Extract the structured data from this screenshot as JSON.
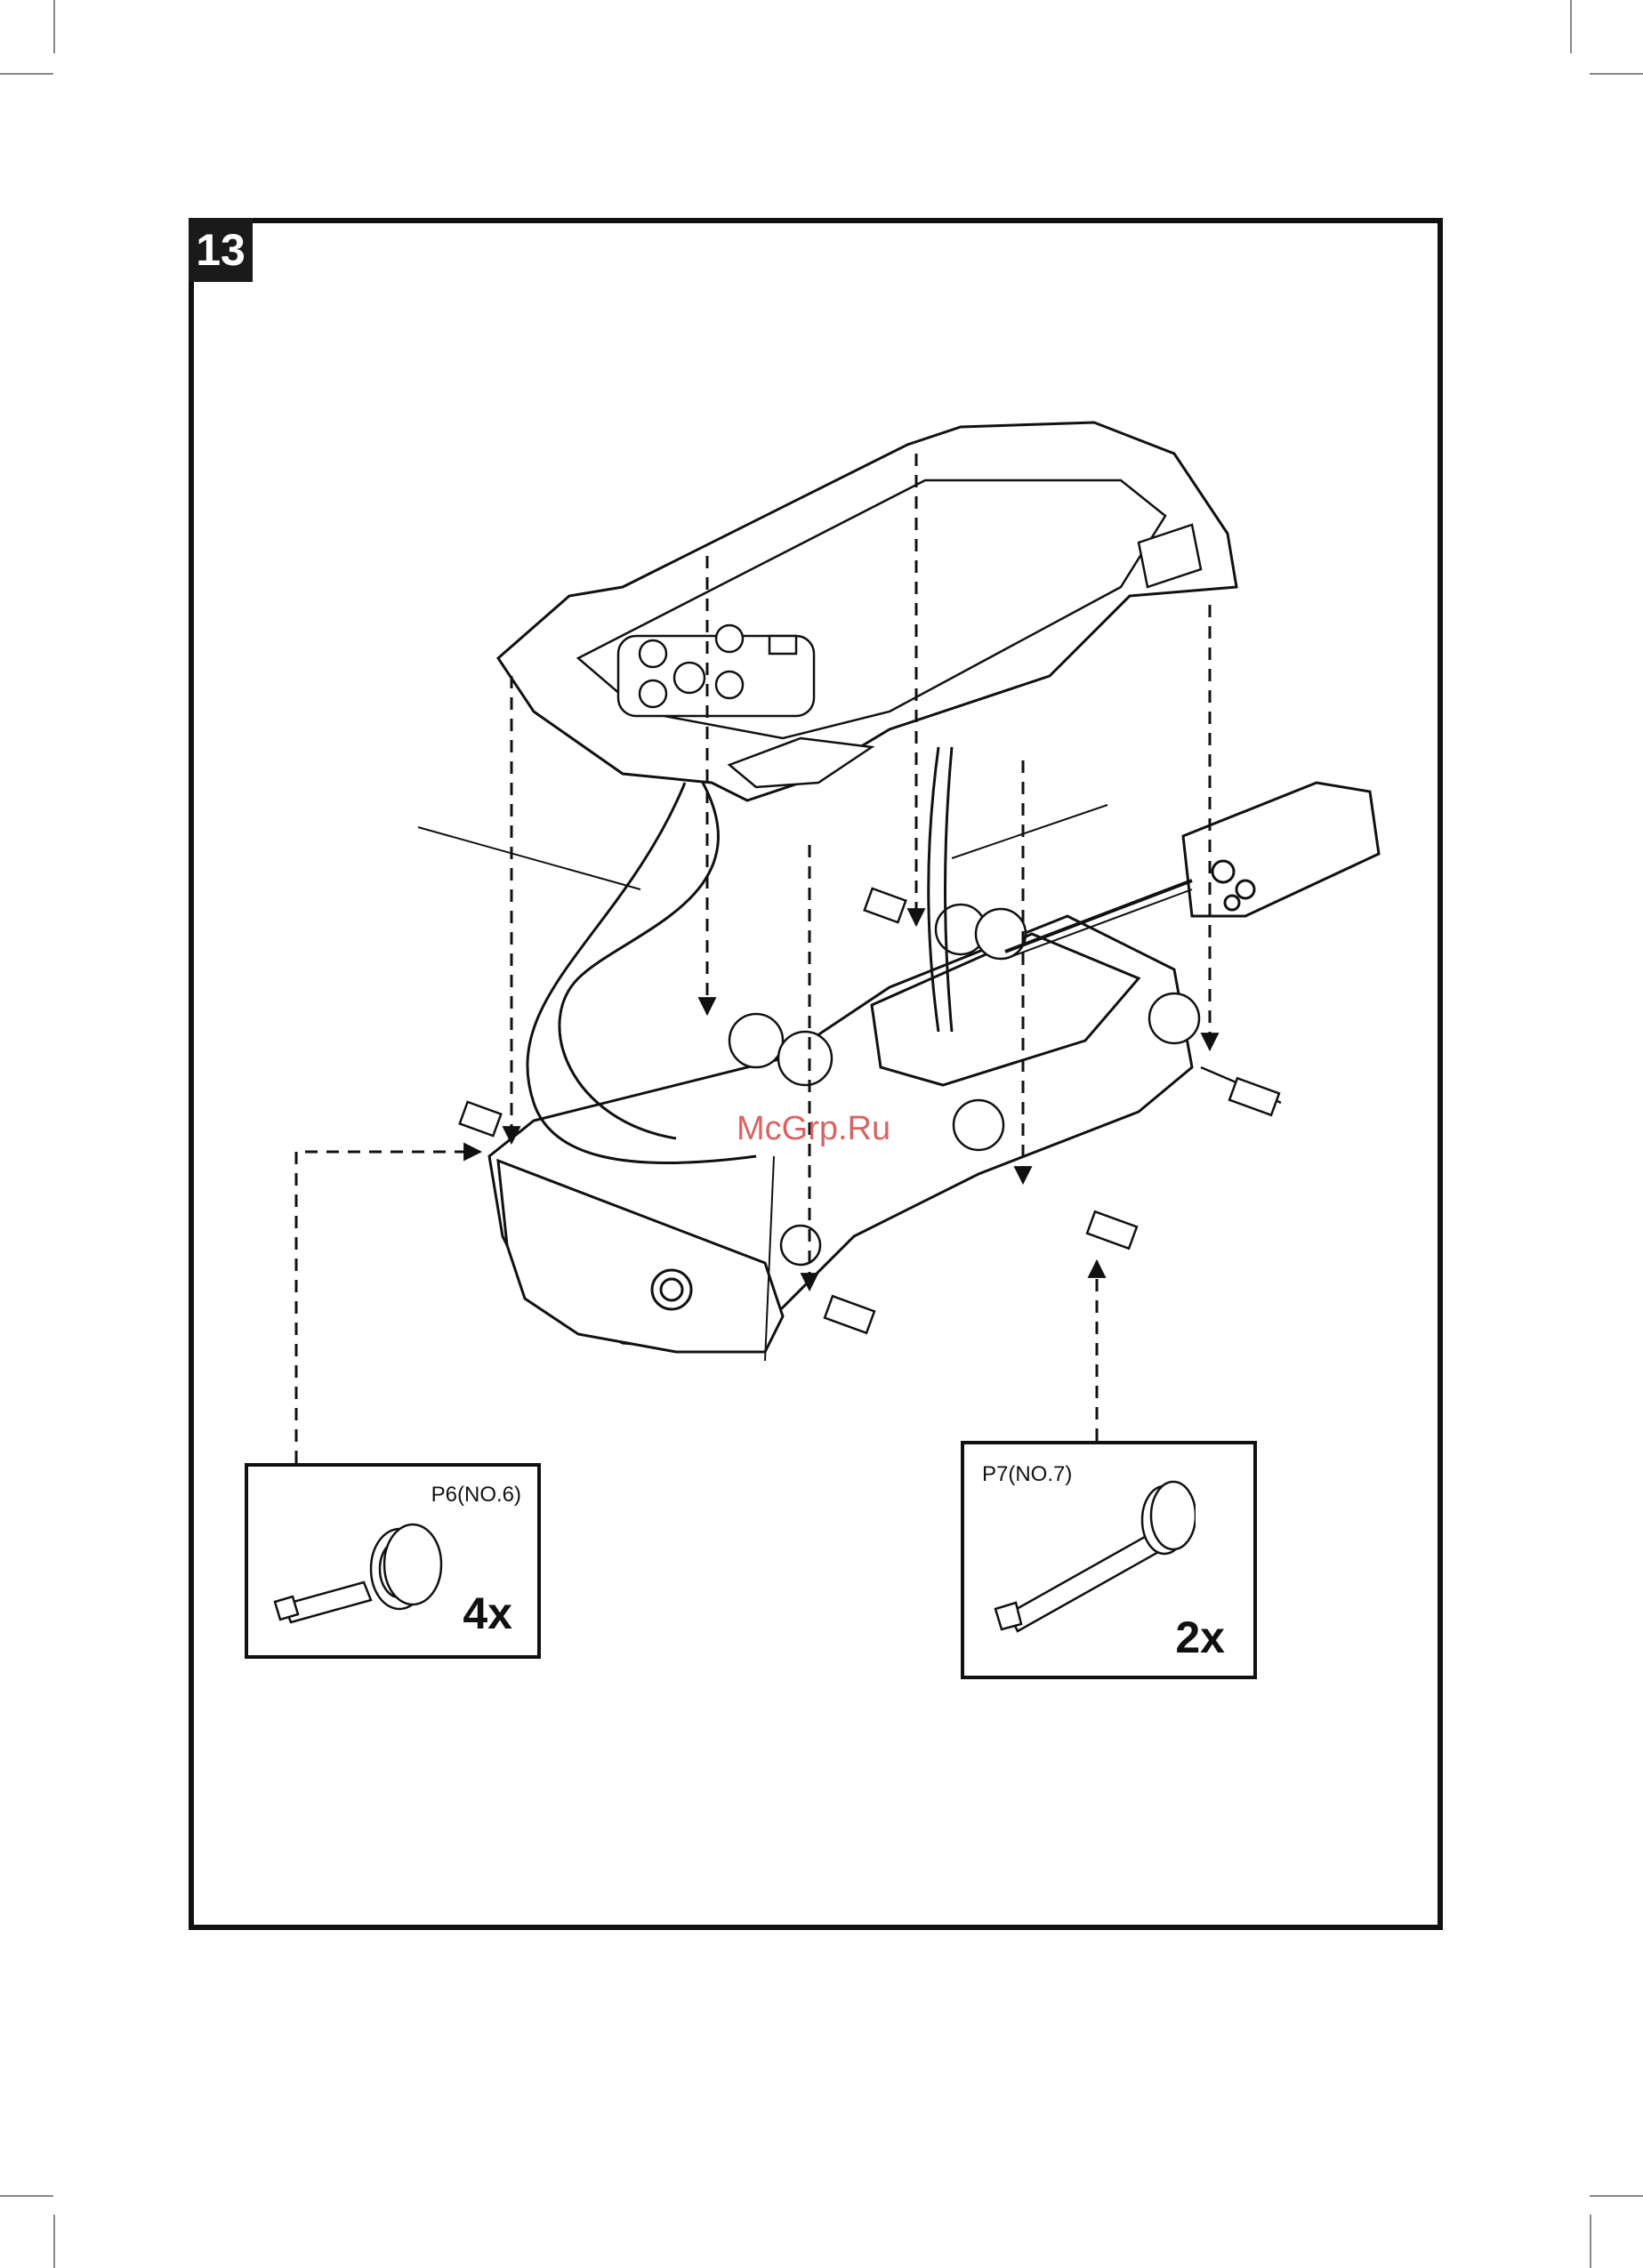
{
  "step": {
    "number": "13"
  },
  "parts": [
    {
      "code": "P6(NO.6)",
      "quantity": "4x"
    },
    {
      "code": "P7(NO.7)",
      "quantity": "2x"
    }
  ],
  "watermark": "McGrp.Ru"
}
